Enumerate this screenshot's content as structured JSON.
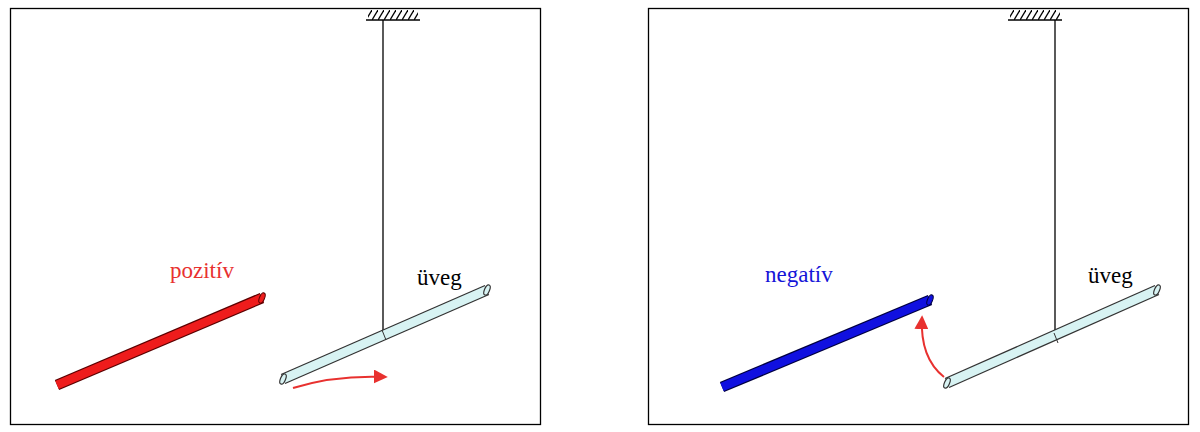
{
  "diagram": {
    "labels": [
      "pozitív",
      "üveg",
      "negatív",
      "üveg"
    ]
  }
}
